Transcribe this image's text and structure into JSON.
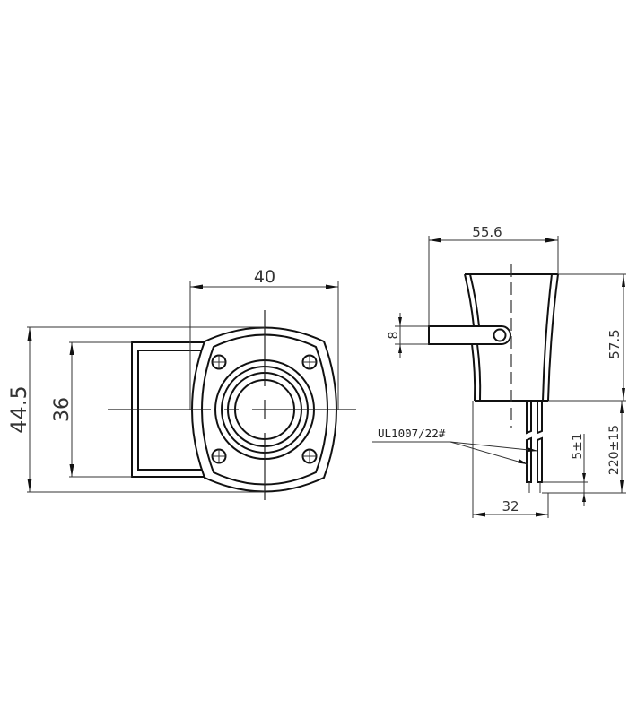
{
  "drawing": {
    "front_view": {
      "dimensions": {
        "overall_height": "44.5",
        "body_height": "36",
        "flange_width": "40"
      }
    },
    "side_view": {
      "dimensions": {
        "overall_width": "55.6",
        "tab_height": "8",
        "body_height": "57.5",
        "wire_length": "220±15",
        "strip_length": "5±1",
        "base_width": "32"
      },
      "wire_label": "UL1007/22#"
    },
    "colors": {
      "line": "#111111",
      "background": "#ffffff"
    }
  }
}
